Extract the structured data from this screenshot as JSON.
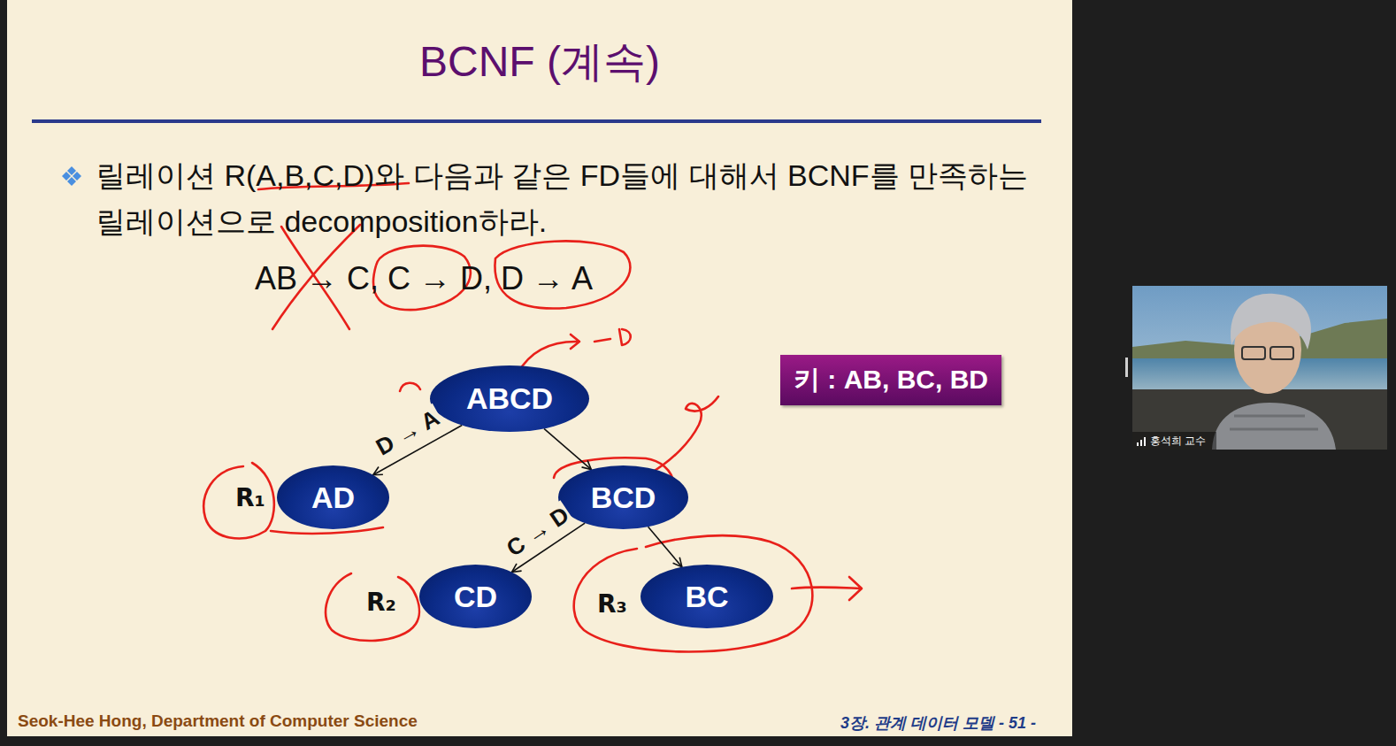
{
  "diagram": {
    "title": "BCNF (계속)",
    "nodes": [
      {
        "text": [
          "ABCD"
        ]
      },
      {
        "text": [
          "키 : AB, BC, BD"
        ]
      },
      {
        "text": [
          "AD"
        ]
      },
      {
        "text": [
          "BCD"
        ]
      },
      {
        "text": [
          "CD"
        ]
      },
      {
        "text": [
          "BC"
        ]
      }
    ],
    "edges": [
      {
        "from": 0,
        "to": 2,
        "arrow": "to",
        "label": "D → A"
      },
      {
        "from": 0,
        "to": 3,
        "arrow": "to"
      },
      {
        "from": 3,
        "to": 4,
        "arrow": "to",
        "label": "C → D"
      },
      {
        "from": 3,
        "to": 5,
        "arrow": "to"
      }
    ],
    "labels": [
      "릴레이션 R(A,B,C,D)와 다음과 같은 FD들에 대해서 BCNF를 만족하는 릴레이션으로 decomposition하라.",
      "AB → C, C → D, D → A",
      "R₁",
      "R₂",
      "R₃",
      "Seok-Hee Hong, Department of Computer Science",
      "3장. 관계 데이터 모델 - 51 -",
      "홍석희 교수"
    ]
  }
}
